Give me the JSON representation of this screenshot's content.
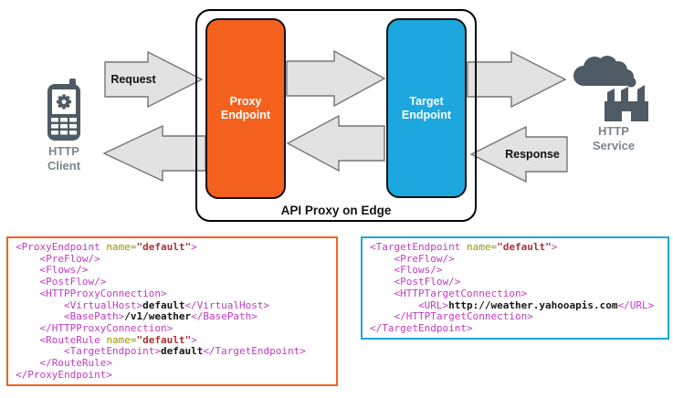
{
  "diagram": {
    "container_label": "API Proxy on Edge",
    "proxy_endpoint_label": "Proxy Endpoint",
    "target_endpoint_label": "Target Endpoint",
    "request_label": "Request",
    "response_label": "Response",
    "http_client_label": "HTTP Client",
    "http_service_label": "HTTP Service",
    "colors": {
      "proxy_orange": "#F4611E",
      "target_blue": "#1CA7DF",
      "arrow_fill": "#E2E2E2",
      "arrow_stroke": "#757575",
      "icon_gray": "#4E5B64",
      "label_gray": "#7B868C"
    }
  },
  "code_blocks": [
    {
      "name": "proxy-endpoint-xml",
      "border_color": "#F4611E",
      "lines": [
        [
          [
            "tag",
            "<ProxyEndpoint "
          ],
          [
            "attr",
            "name="
          ],
          [
            "val",
            "\"default\""
          ],
          [
            "tag",
            ">"
          ]
        ],
        [
          [
            "tag",
            "    <PreFlow/>"
          ]
        ],
        [
          [
            "tag",
            "    <Flows/>"
          ]
        ],
        [
          [
            "tag",
            "    <PostFlow/>"
          ]
        ],
        [
          [
            "tag",
            "    <HTTPProxyConnection>"
          ]
        ],
        [
          [
            "tag",
            "        <VirtualHost>"
          ],
          [
            "text",
            "default"
          ],
          [
            "tag",
            "</VirtualHost>"
          ]
        ],
        [
          [
            "tag",
            "        <BasePath>"
          ],
          [
            "text",
            "/v1/weather"
          ],
          [
            "tag",
            "</BasePath>"
          ]
        ],
        [
          [
            "tag",
            "    </HTTPProxyConnection>"
          ]
        ],
        [
          [
            "tag",
            "    <RouteRule "
          ],
          [
            "attr",
            "name="
          ],
          [
            "val",
            "\"default\""
          ],
          [
            "tag",
            ">"
          ]
        ],
        [
          [
            "tag",
            "        <TargetEndpoint>"
          ],
          [
            "text",
            "default"
          ],
          [
            "tag",
            "</TargetEndpoint>"
          ]
        ],
        [
          [
            "tag",
            "    </RouteRule>"
          ]
        ],
        [
          [
            "tag",
            "</ProxyEndpoint>"
          ]
        ]
      ]
    },
    {
      "name": "target-endpoint-xml",
      "border_color": "#1CA7DF",
      "lines": [
        [
          [
            "tag",
            "<TargetEndpoint "
          ],
          [
            "attr",
            "name="
          ],
          [
            "val",
            "\"default\""
          ],
          [
            "tag",
            ">"
          ]
        ],
        [
          [
            "tag",
            "    <PreFlow/>"
          ]
        ],
        [
          [
            "tag",
            "    <Flows/>"
          ]
        ],
        [
          [
            "tag",
            "    <PostFlow/>"
          ]
        ],
        [
          [
            "tag",
            "    <HTTPTargetConnection>"
          ]
        ],
        [
          [
            "tag",
            "        <URL>"
          ],
          [
            "text",
            "http://weather.yahooapis.com"
          ],
          [
            "tag",
            "</URL>"
          ]
        ],
        [
          [
            "tag",
            "    </HTTPTargetConnection>"
          ]
        ],
        [
          [
            "tag",
            "</TargetEndpoint>"
          ]
        ]
      ]
    }
  ]
}
